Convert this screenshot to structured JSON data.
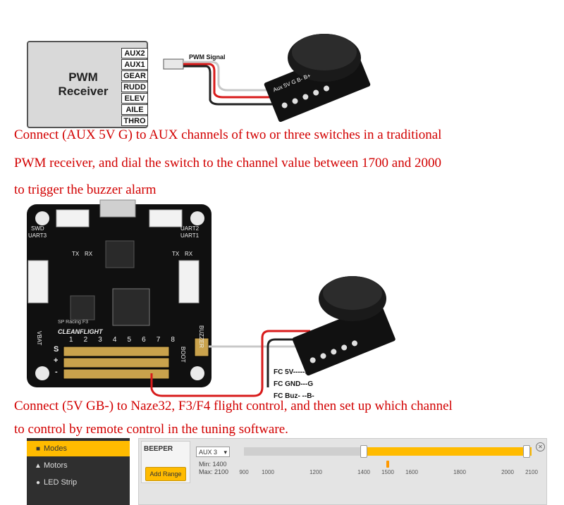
{
  "receiver": {
    "title_line1": "PWM",
    "title_line2": "Receiver",
    "channels": [
      "AUX2",
      "AUX1",
      "GEAR",
      "RUDD",
      "ELEV",
      "AILE",
      "THRO"
    ]
  },
  "pwm_signal_label": "PWM Signal",
  "buzzer_pins": "Aux 5V G B- B+",
  "caption_top": {
    "line1": "Connect (AUX 5V G) to AUX channels of two or three switches in a traditional",
    "line2": "PWM receiver, and dial the switch to the channel value between 1700 and 2000",
    "line3": "to trigger the buzzer alarm"
  },
  "fc_board": {
    "labels": {
      "swd": "SWD",
      "uart3": "UART3",
      "uart2": "UART2",
      "uart1": "UART1",
      "tx": "TX",
      "rx": "RX",
      "vbat": "VBAT",
      "buzzer": "BUZZER",
      "boot": "BOOT",
      "brand": "CLEANFLIGHT",
      "model": "SP Racing F3",
      "s": "S",
      "plus": "+",
      "minus": "-"
    },
    "pin_numbers": [
      "1",
      "2",
      "3",
      "4",
      "5",
      "6",
      "7",
      "8"
    ]
  },
  "fc_connections": {
    "line1": "FC 5V-----5V",
    "line2": "FC GND---G",
    "line3": "FC Buz- --B-"
  },
  "caption_bottom": {
    "line1": "Connect (5V GB-) to Naze32, F3/F4 flight control, and then set up which channel",
    "line2": "to control by remote control in the tuning software."
  },
  "configurator": {
    "sidebar": [
      {
        "label": "Modes",
        "icon": "modes-icon",
        "active": true
      },
      {
        "label": "Motors",
        "icon": "motors-icon",
        "active": false
      },
      {
        "label": "LED Strip",
        "icon": "led-strip-icon",
        "active": false
      }
    ],
    "mode_name": "BEEPER",
    "add_range": "Add Range",
    "aux_select": "AUX 3",
    "min_label": "Min: 1400",
    "max_label": "Max: 2100",
    "range": {
      "min": 1400,
      "max": 2100,
      "current": 1500,
      "scale_min": 900,
      "scale_max": 2100
    },
    "scale_ticks": [
      "900",
      "1000",
      "1200",
      "1400",
      "1500",
      "1600",
      "1800",
      "2000",
      "2100"
    ],
    "colors": {
      "accent": "#ffbb00",
      "sidebar": "#2f2f2f"
    }
  }
}
